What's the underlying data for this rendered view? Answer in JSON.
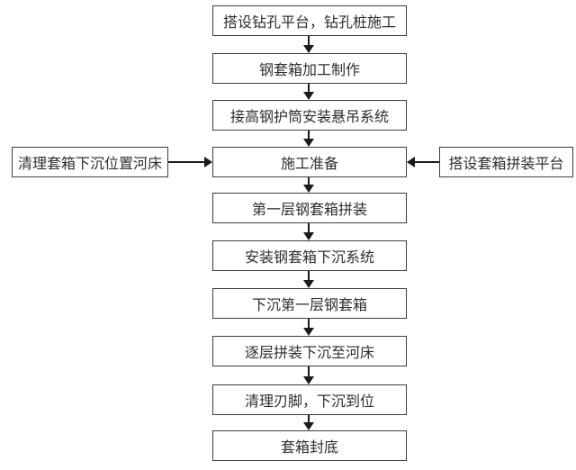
{
  "diagram": {
    "type": "flowchart",
    "steps": [
      {
        "label": "搭设钻孔平台，钻孔桩施工"
      },
      {
        "label": "钢套箱加工制作"
      },
      {
        "label": "接高钢护筒安装悬吊系统"
      },
      {
        "label": "施工准备"
      },
      {
        "label": "第一层钢套箱拼装"
      },
      {
        "label": "安装钢套箱下沉系统"
      },
      {
        "label": "下沉第一层钢套箱"
      },
      {
        "label": "逐层拼装下沉至河床"
      },
      {
        "label": "清理刃脚，下沉到位"
      },
      {
        "label": "套箱封底"
      }
    ],
    "side_inputs": {
      "left": {
        "label": "清理套箱下沉位置河床",
        "points_to": "施工准备"
      },
      "right": {
        "label": "搭设套箱拼装平台",
        "points_to": "施工准备"
      }
    },
    "colors": {
      "background": "#ffffff",
      "box_fill": "#ffffff",
      "box_border": "#3d3d3d",
      "text": "#2e2e2e",
      "arrow": "#1b1b1b"
    }
  }
}
